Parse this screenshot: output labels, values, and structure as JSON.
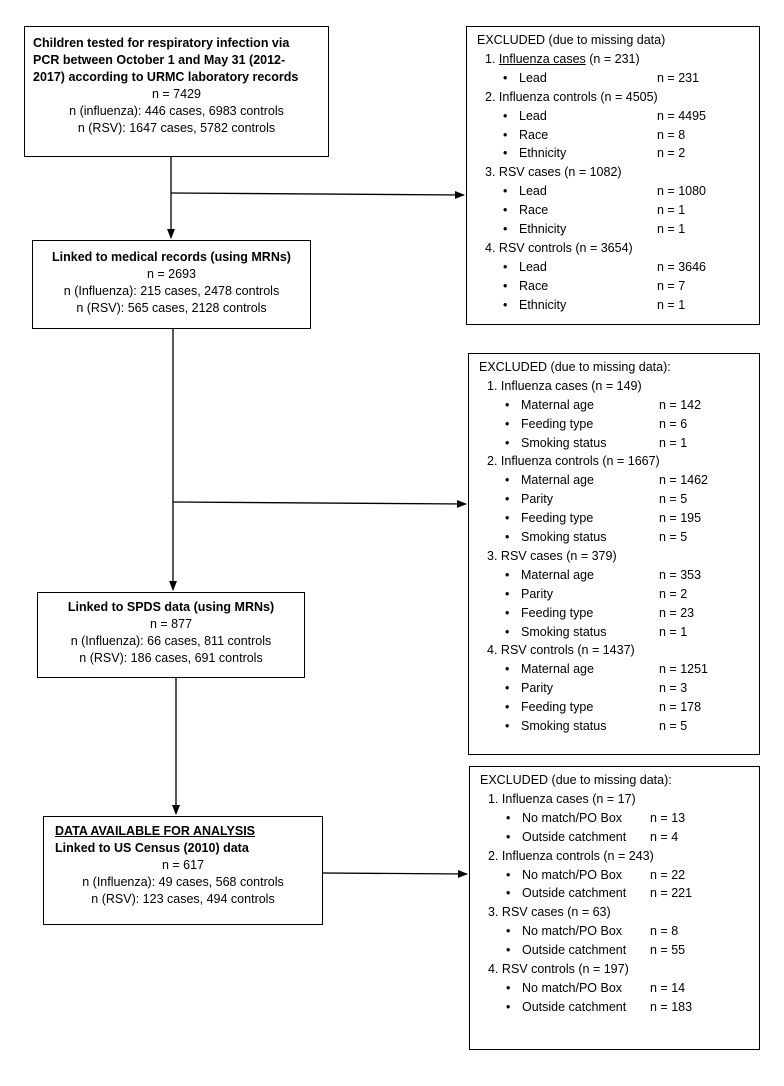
{
  "main_boxes": [
    {
      "bold_lines": [
        "Children tested for respiratory infection via",
        "PCR between October 1 and May 31 (2012-",
        "2017) according to URMC laboratory records"
      ],
      "lines": [
        "n = 7429",
        "n (influenza): 446 cases, 6983 controls",
        "n (RSV): 1647 cases, 5782 controls"
      ]
    },
    {
      "bold_lines": [
        "Linked to medical records (using MRNs)"
      ],
      "lines": [
        "n = 2693",
        "n (Influenza): 215 cases, 2478 controls",
        "n (RSV): 565 cases, 2128 controls"
      ]
    },
    {
      "bold_lines": [
        "Linked to SPDS data (using MRNs)"
      ],
      "lines": [
        "n = 877",
        "n (Influenza): 66 cases, 811 controls",
        "n (RSV): 186 cases, 691 controls"
      ]
    },
    {
      "underline_line": "DATA AVAILABLE FOR ANALYSIS",
      "bold_lines": [
        "Linked to US Census (2010) data"
      ],
      "lines": [
        "n = 617",
        "n (Influenza): 49 cases, 568 controls",
        "n (RSV): 123 cases, 494 controls"
      ]
    }
  ],
  "excluded_boxes": [
    {
      "header": "EXCLUDED (due to missing data)",
      "groups": [
        {
          "num": "1.",
          "title": "Influenza cases",
          "title_underlined": true,
          "count": "(n = 231)",
          "items": [
            {
              "label": "Lead",
              "value": "n = 231"
            }
          ]
        },
        {
          "num": "2.",
          "title": "Influenza controls",
          "count": "(n = 4505)",
          "items": [
            {
              "label": "Lead",
              "value": "n = 4495"
            },
            {
              "label": "Race",
              "value": "n = 8"
            },
            {
              "label": "Ethnicity",
              "value": "n = 2"
            }
          ]
        },
        {
          "num": "3.",
          "title": "RSV cases",
          "count": "(n = 1082)",
          "items": [
            {
              "label": "Lead",
              "value": "n = 1080"
            },
            {
              "label": "Race",
              "value": "n = 1"
            },
            {
              "label": "Ethnicity",
              "value": "n = 1"
            }
          ]
        },
        {
          "num": "4.",
          "title": "RSV controls",
          "count": "(n = 3654)",
          "items": [
            {
              "label": "Lead",
              "value": "n = 3646"
            },
            {
              "label": "Race",
              "value": "n = 7"
            },
            {
              "label": "Ethnicity",
              "value": "n = 1"
            }
          ]
        }
      ]
    },
    {
      "header": "EXCLUDED (due to missing data):",
      "groups": [
        {
          "num": "1.",
          "title": "Influenza cases",
          "count": "(n = 149)",
          "items": [
            {
              "label": "Maternal age",
              "value": "n = 142"
            },
            {
              "label": "Feeding type",
              "value": "n = 6"
            },
            {
              "label": "Smoking status",
              "value": "n = 1"
            }
          ]
        },
        {
          "num": "2.",
          "title": "Influenza controls",
          "count": "(n = 1667)",
          "items": [
            {
              "label": "Maternal age",
              "value": "n = 1462"
            },
            {
              "label": "Parity",
              "value": "n = 5"
            },
            {
              "label": "Feeding type",
              "value": "n = 195"
            },
            {
              "label": "Smoking status",
              "value": "n = 5"
            }
          ]
        },
        {
          "num": "3.",
          "title": "RSV cases",
          "count": "(n = 379)",
          "items": [
            {
              "label": "Maternal age",
              "value": "n = 353"
            },
            {
              "label": "Parity",
              "value": "n = 2"
            },
            {
              "label": "Feeding type",
              "value": "n = 23"
            },
            {
              "label": "Smoking status",
              "value": "n = 1"
            }
          ]
        },
        {
          "num": "4.",
          "title": "RSV controls",
          "count": "(n = 1437)",
          "items": [
            {
              "label": "Maternal age",
              "value": "n = 1251"
            },
            {
              "label": "Parity",
              "value": "n = 3"
            },
            {
              "label": "Feeding type",
              "value": "n = 178"
            },
            {
              "label": "Smoking status",
              "value": "n = 5"
            }
          ]
        }
      ]
    },
    {
      "header": "EXCLUDED (due to missing data):",
      "groups": [
        {
          "num": "1.",
          "title": "Influenza cases",
          "count": "(n = 17)",
          "items": [
            {
              "label": "No match/PO Box",
              "value": "n = 13"
            },
            {
              "label": "Outside catchment",
              "value": "n = 4"
            }
          ]
        },
        {
          "num": "2.",
          "title": "Influenza controls",
          "count": "(n = 243)",
          "items": [
            {
              "label": "No match/PO Box",
              "value": "n = 22"
            },
            {
              "label": "Outside catchment",
              "value": "n = 221"
            }
          ]
        },
        {
          "num": "3.",
          "title": "RSV cases",
          "count": "(n = 63)",
          "items": [
            {
              "label": "No match/PO Box",
              "value": "n = 8"
            },
            {
              "label": "Outside catchment",
              "value": "n = 55"
            }
          ]
        },
        {
          "num": "4.",
          "title": "RSV controls",
          "count": "(n = 197)",
          "items": [
            {
              "label": "No match/PO Box",
              "value": "n = 14"
            },
            {
              "label": "Outside catchment",
              "value": "n = 183"
            }
          ]
        }
      ]
    }
  ]
}
